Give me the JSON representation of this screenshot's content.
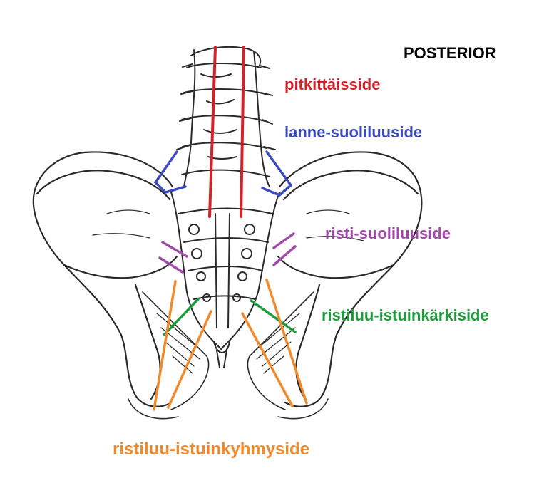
{
  "view_label": "POSTERIOR",
  "labels": {
    "longitudinal": "pitkittäisside",
    "iliolumbar": "lanne-suoliluuside",
    "sacroiliac": "risti-suoliluuside",
    "sacrospinous": "ristiluu-istuinkärkiside",
    "sacrotuberous": "ristiluu-istuinkyhmyside"
  },
  "colors": {
    "longitudinal": "#d2232a",
    "iliolumbar": "#3a4bbf",
    "sacroiliac": "#a24aa8",
    "sacrospinous": "#1e9b3c",
    "sacrotuberous": "#f08a2c",
    "sketch": "#2a2a2a"
  }
}
